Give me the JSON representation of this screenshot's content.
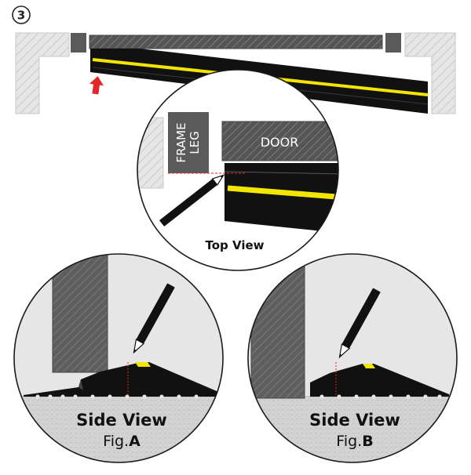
{
  "step_number": "3",
  "top_view": {
    "frame_leg_line1": "FRAME",
    "frame_leg_line2": "LEG",
    "door_label": "DOOR",
    "caption": "Top View"
  },
  "side_view_a": {
    "title": "Side View",
    "fig_prefix": "Fig.",
    "fig_letter": "A"
  },
  "side_view_b": {
    "title": "Side View",
    "fig_prefix": "Fig.",
    "fig_letter": "B"
  },
  "colors": {
    "accent_yellow": "#f2e600",
    "arrow_red": "#e3262a",
    "threshold_black": "#111111",
    "frame_gray": "#5a5a5a",
    "door_gray": "#5e5e5e",
    "wall_gray": "#dedede",
    "floor_gray": "#cfcfcf"
  },
  "icons": [
    "pencil-icon",
    "up-arrow-icon",
    "step-number-badge"
  ]
}
